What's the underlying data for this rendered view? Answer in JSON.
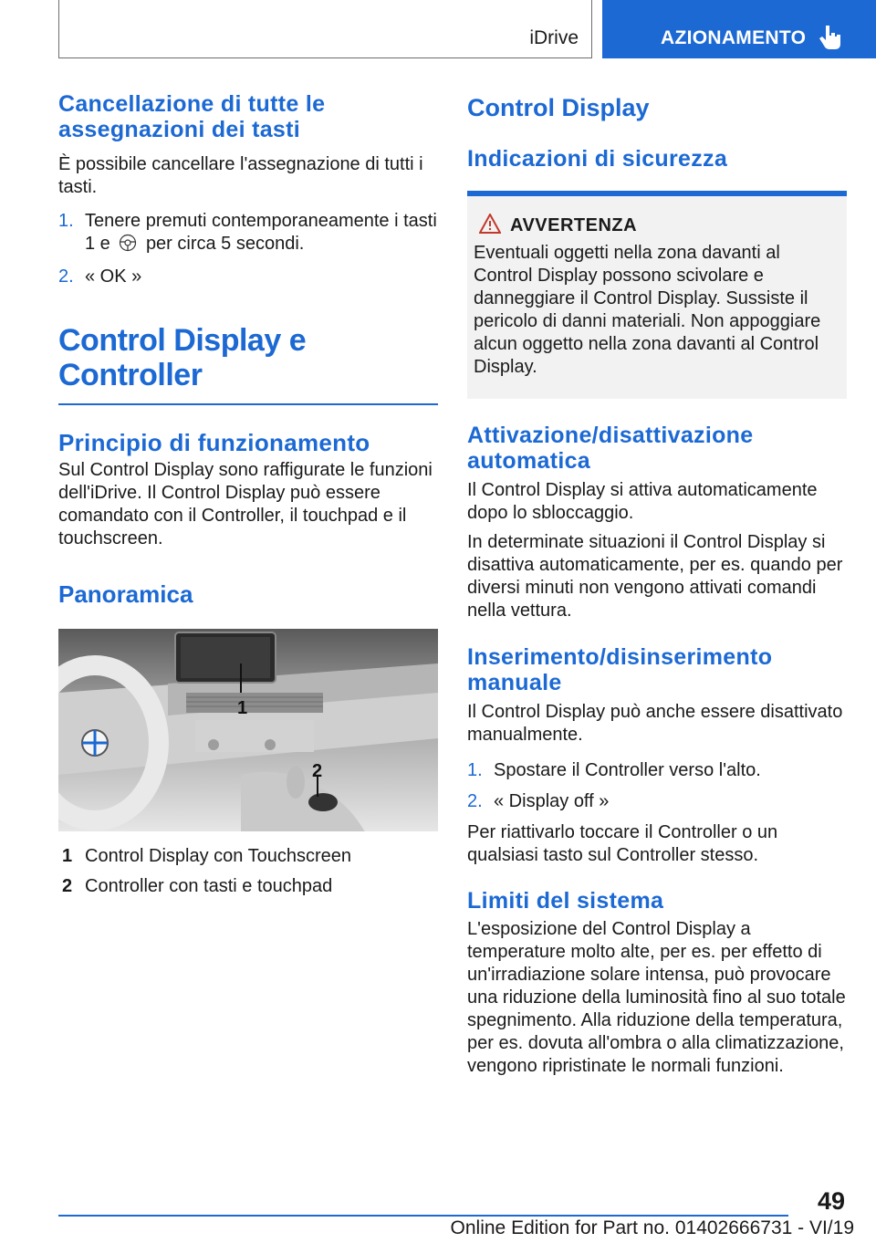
{
  "header": {
    "section": "iDrive",
    "tab": "AZIONAMENTO",
    "tab_icon": "pointing-hand-icon"
  },
  "left": {
    "delete_title": "Cancellazione di tutte le assegnazioni dei tasti",
    "delete_intro": "È possibile cancellare l'assegnazione di tutti i tasti.",
    "delete_steps": [
      {
        "num": "1.",
        "text_a": "Tenere premuti contemporaneamente i tasti 1 e",
        "icon": "steering-wheel-icon",
        "text_b": "per circa 5 secondi."
      },
      {
        "num": "2.",
        "text": "« OK »"
      }
    ],
    "chapter_title": "Control Display e Controller",
    "principle_title": "Principio di funzionamento",
    "principle_text": "Sul Control Display sono raffigurate le funzioni dell'iDrive. Il Control Display può essere comandato con il Controller, il touchpad e il touchscreen.",
    "overview_title": "Panoramica",
    "photo_labels": [
      "1",
      "2"
    ],
    "legend": [
      {
        "num": "1",
        "text": "Control Display con Touchscreen"
      },
      {
        "num": "2",
        "text": "Controller con tasti e touchpad"
      }
    ]
  },
  "right": {
    "title": "Control Display",
    "safety_title": "Indicazioni di sicurezza",
    "warning": {
      "title": "AVVERTENZA",
      "text": "Eventuali oggetti nella zona davanti al Control Display possono scivolare e danneggiare il Control Display. Sussiste il pericolo di danni materiali. Non appoggiare alcun oggetto nella zona davanti al Control Display."
    },
    "auto_title": "Attivazione/disattivazione automatica",
    "auto_p1": "Il Control Display si attiva automaticamente dopo lo sbloccaggio.",
    "auto_p2": "In determinate situazioni il Control Display si disattiva automaticamente, per es. quando per diversi minuti non vengono attivati comandi nella vettura.",
    "manual_title": "Inserimento/disinserimento manuale",
    "manual_intro": "Il Control Display può anche essere disattivato manualmente.",
    "manual_steps": [
      {
        "num": "1.",
        "text": "Spostare il Controller verso l'alto."
      },
      {
        "num": "2.",
        "text": "« Display off »"
      }
    ],
    "manual_outro": "Per riattivarlo toccare il Controller o un qualsiasi tasto sul Controller stesso.",
    "limits_title": "Limiti del sistema",
    "limits_text": "L'esposizione del Control Display a temperature molto alte, per es. per effetto di un'irradiazione solare intensa, può provocare una riduzione della luminosità fino al suo totale spegnimento. Alla riduzione della temperatura, per es. dovuta all'ombra o alla climatizzazione, vengono ripristinate le normali funzioni."
  },
  "footer": {
    "page": "49",
    "edition": "Online Edition for Part no. 01402666731 - VI/19"
  },
  "colors": {
    "accent": "#1c69d4",
    "warning_bg": "#f2f2f2"
  }
}
